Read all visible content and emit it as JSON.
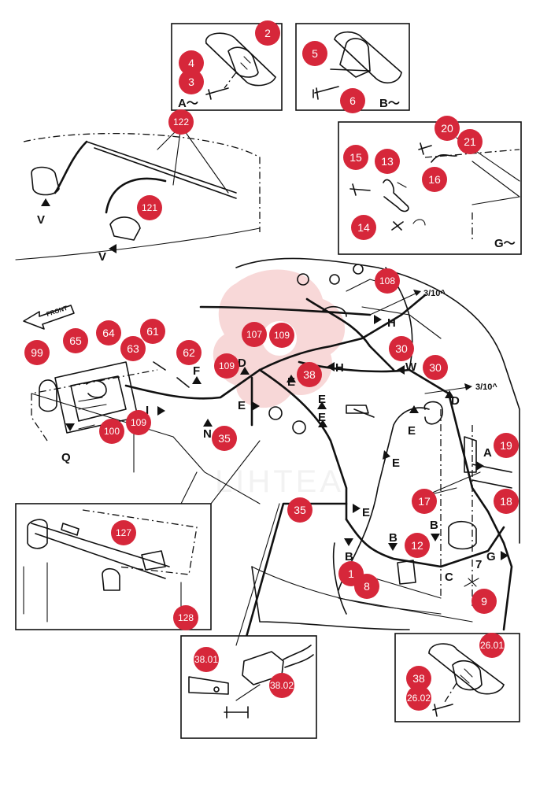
{
  "colors": {
    "badge": "#d6273a",
    "badge_text": "#ffffff",
    "line": "#111111",
    "watermark": "#f2b8b8"
  },
  "watermark_text": "LIHTEA",
  "front_label": "FRONT",
  "panel_labels": {
    "a": "A～",
    "b": "B～",
    "g": "G～"
  },
  "ref_labels": {
    "left": "3/10^",
    "right": "3/10^"
  },
  "parts": {
    "p2": "2",
    "p3": "3",
    "p4": "4",
    "p5": "5",
    "p6": "6",
    "p122": "122",
    "p121": "121",
    "p20": "20",
    "p21": "21",
    "p15": "15",
    "p13": "13",
    "p16": "16",
    "p14": "14",
    "p108": "108",
    "p107": "107",
    "p109a": "109",
    "p109b": "109",
    "p109c": "109",
    "p30a": "30",
    "p30b": "30",
    "p38a": "38",
    "p99": "99",
    "p65": "65",
    "p64": "64",
    "p61": "61",
    "p63": "63",
    "p62": "62",
    "p100": "100",
    "p35a": "35",
    "p35b": "35",
    "p19": "19",
    "p18": "18",
    "p17": "17",
    "p12": "12",
    "p1": "1",
    "p8": "8",
    "p9": "9",
    "p127": "127",
    "p128": "128",
    "p3801": "38.01",
    "p3802": "38.02",
    "p2601": "26.01",
    "p38b": "38",
    "p2602": "26.02"
  },
  "letters": {
    "a1": "A",
    "b1": "B",
    "b2": "B",
    "b3": "B",
    "c1": "C",
    "d1": "D",
    "d2": "D",
    "e1": "E",
    "e2": "E",
    "e3": "E",
    "e4": "E",
    "e5": "E",
    "e6": "E",
    "e7": "E",
    "f1": "F",
    "g1": "G",
    "h1": "H",
    "h2": "H",
    "i1": "I",
    "n1": "N",
    "q1": "Q",
    "v1": "V",
    "v2": "V",
    "w1": "W",
    "n7": "7"
  }
}
